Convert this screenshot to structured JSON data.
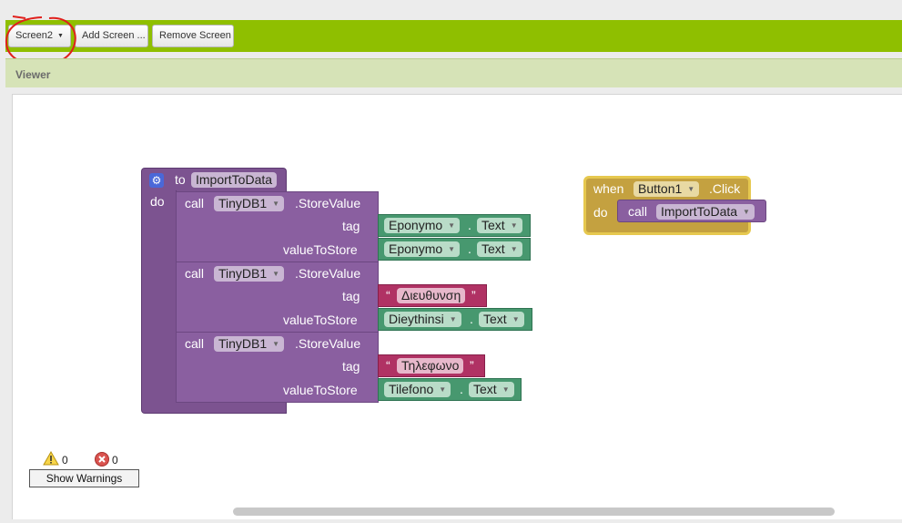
{
  "toolbar": {
    "screen_select": "Screen2",
    "add_screen": "Add Screen ...",
    "remove_screen": "Remove Screen"
  },
  "viewer": {
    "title": "Viewer"
  },
  "procedure": {
    "to": "to",
    "name": "ImportToData",
    "do": "do",
    "calls": [
      {
        "call": "call",
        "component": "TinyDB1",
        "method": ".StoreValue",
        "tag_label": "tag",
        "tag_getter": {
          "component": "Eponymo",
          "dot": ".",
          "property": "Text"
        },
        "value_label": "valueToStore",
        "value_getter": {
          "component": "Eponymo",
          "dot": ".",
          "property": "Text"
        }
      },
      {
        "call": "call",
        "component": "TinyDB1",
        "method": ".StoreValue",
        "tag_label": "tag",
        "tag_string": {
          "open_quote": "“",
          "text": "Διευθυνση",
          "close_quote": "”"
        },
        "value_label": "valueToStore",
        "value_getter": {
          "component": "Dieythinsi",
          "dot": ".",
          "property": "Text"
        }
      },
      {
        "call": "call",
        "component": "TinyDB1",
        "method": ".StoreValue",
        "tag_label": "tag",
        "tag_string": {
          "open_quote": "“",
          "text": "Τηλεφωνο",
          "close_quote": "”"
        },
        "value_label": "valueToStore",
        "value_getter": {
          "component": "Tilefono",
          "dot": ".",
          "property": "Text"
        }
      }
    ]
  },
  "event": {
    "when": "when",
    "component": "Button1",
    "event_name": ".Click",
    "do": "do",
    "call": "call",
    "procedure": "ImportToData"
  },
  "status": {
    "warnings_count": "0",
    "errors_count": "0",
    "show_warnings": "Show Warnings"
  },
  "colors": {
    "toolbar_green": "#8fbf00",
    "procedure_purple": "#7c5390",
    "getter_green": "#47986f",
    "string_pink": "#b03264",
    "event_gold": "#c4a140"
  }
}
